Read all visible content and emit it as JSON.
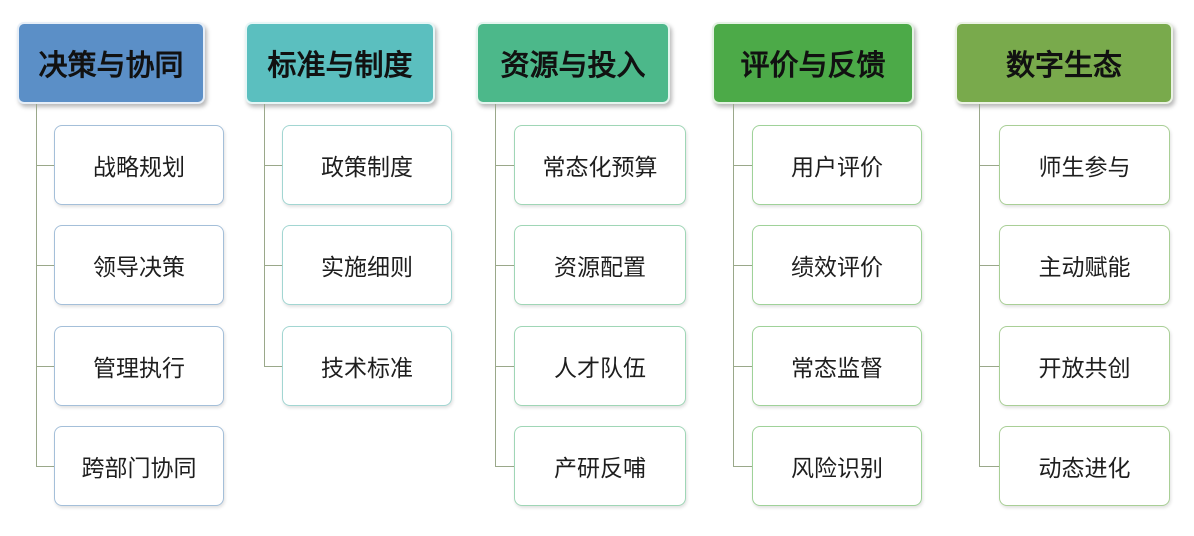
{
  "columns": [
    {
      "title": "决策与协同",
      "color": "#5b8fc7",
      "border": "#a4bfd9",
      "items": [
        "战略规划",
        "领导决策",
        "管理执行",
        "跨部门协同"
      ]
    },
    {
      "title": "标准与制度",
      "color": "#5bbfbf",
      "border": "#a2d6d2",
      "items": [
        "政策制度",
        "实施细则",
        "技术标准"
      ]
    },
    {
      "title": "资源与投入",
      "color": "#4cb88a",
      "border": "#9fd6b6",
      "items": [
        "常态化预算",
        "资源配置",
        "人才队伍",
        "产研反哺"
      ]
    },
    {
      "title": "评价与反馈",
      "color": "#4caa48",
      "border": "#9fd299",
      "items": [
        "用户评价",
        "绩效评价",
        "常态监督",
        "风险识别"
      ]
    },
    {
      "title": "数字生态",
      "color": "#79aa4c",
      "border": "#a9cf96",
      "items": [
        "师生参与",
        "主动赋能",
        "开放共创",
        "动态进化"
      ]
    }
  ]
}
